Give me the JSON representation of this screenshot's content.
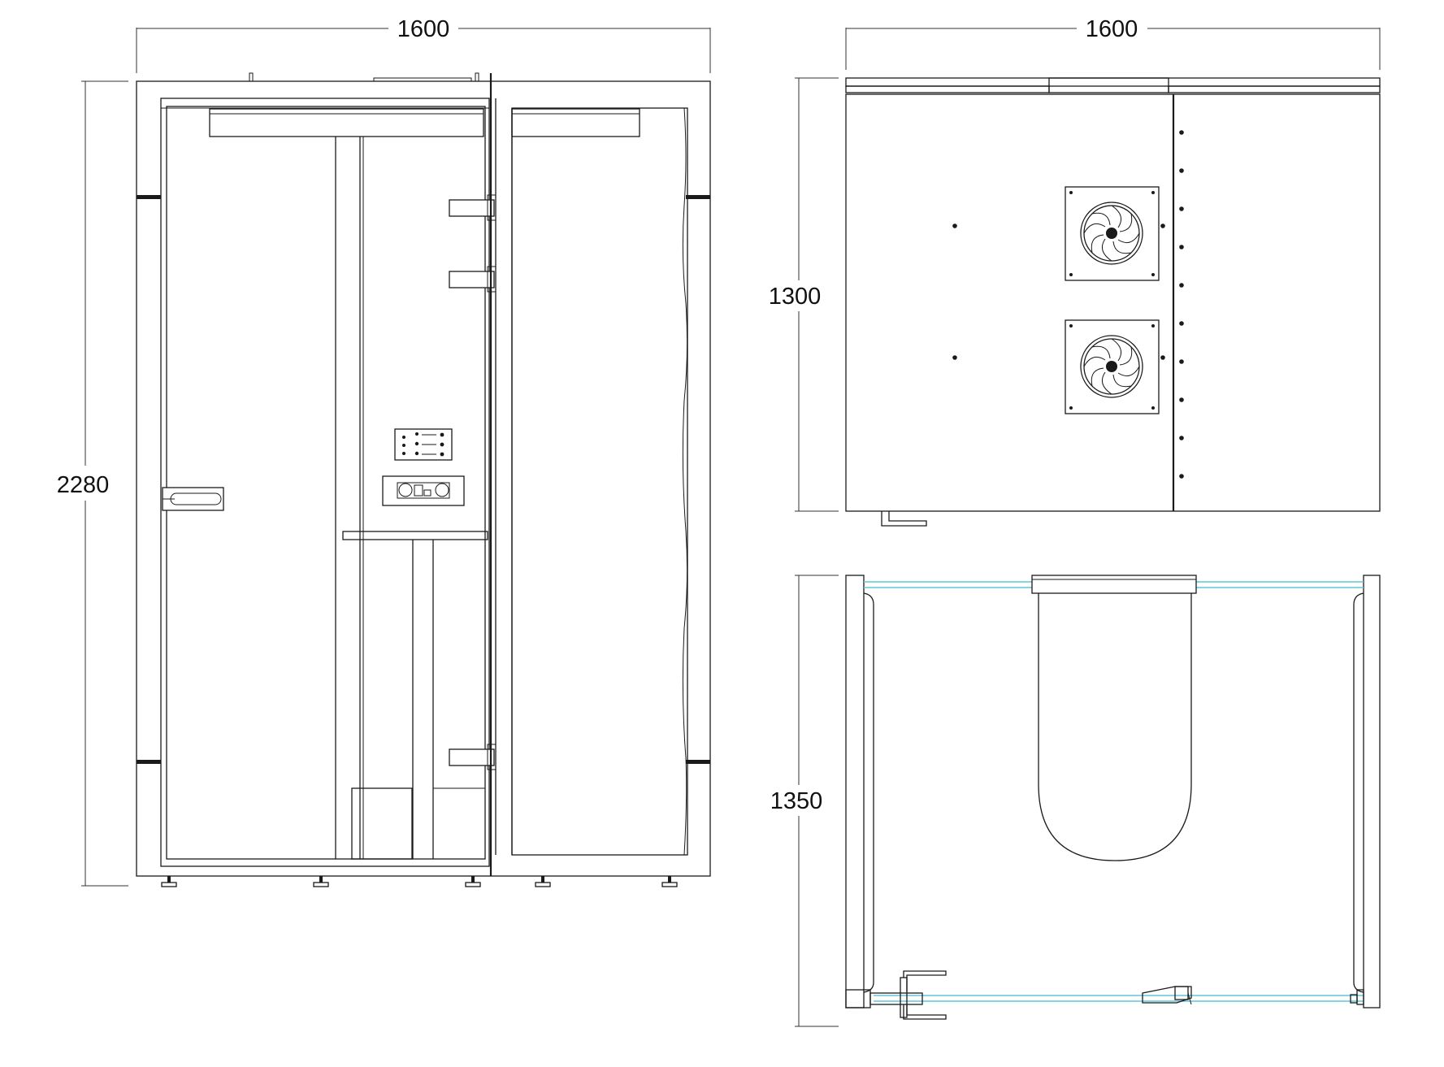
{
  "views": {
    "front": {
      "width_label": "1600",
      "height_label": "2280"
    },
    "side": {
      "width_label": "1600",
      "height_label": "1300"
    },
    "plan": {
      "depth_label": "1350"
    }
  },
  "colors": {
    "line": "#1a1a1a",
    "glass": "#5ec8d8",
    "background": "#ffffff"
  }
}
